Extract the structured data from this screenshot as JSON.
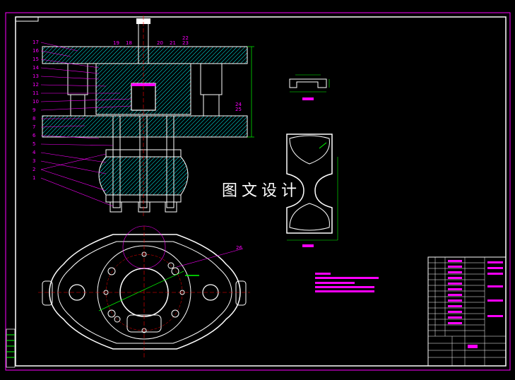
{
  "watermark": "图文设计",
  "part_numbers_left": [
    "17",
    "16",
    "15",
    "14",
    "13",
    "12",
    "11",
    "10",
    "9",
    "8",
    "7",
    "6",
    "5",
    "4",
    "3",
    "2",
    "1"
  ],
  "part_numbers_top": [
    "19",
    "18",
    "20",
    "21",
    "22",
    "23"
  ],
  "part_numbers_right": [
    "24",
    "25"
  ],
  "part_number_plan": "26",
  "colors": {
    "background": "#000000",
    "frame": "#ffffff",
    "outer_frame": "#ff00ff",
    "hatch": "#00ffff",
    "centerline": "#ff0000",
    "dimension": "#00ff00",
    "leader": "#ff00ff",
    "notes": "#ff00ff"
  }
}
